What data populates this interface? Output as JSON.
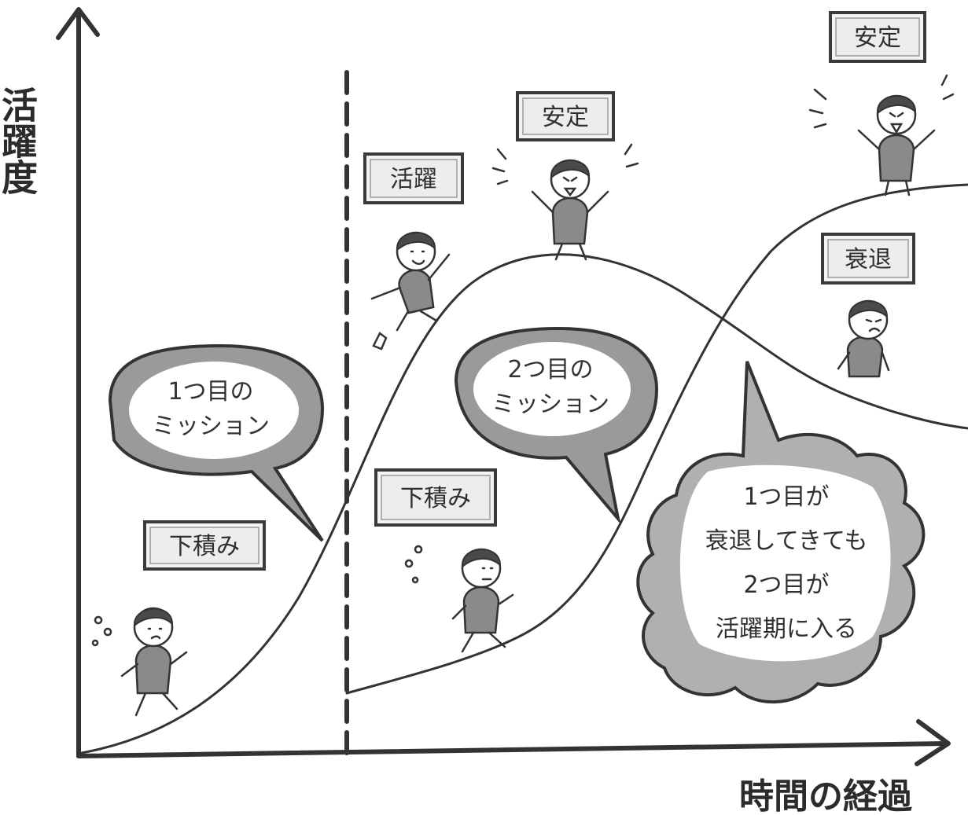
{
  "axes": {
    "y_label": "活躍度",
    "x_label": "時間の経過"
  },
  "signs": {
    "left_shita": "下積み",
    "mid_katsuyaku": "活躍",
    "mid_antei": "安定",
    "mid_shita": "下積み",
    "right_antei": "安定",
    "right_suitai": "衰退"
  },
  "bubbles": {
    "first_mission": [
      "1つ目の",
      "ミッション"
    ],
    "second_mission": [
      "2つ目の",
      "ミッション"
    ]
  },
  "cloud": {
    "lines": [
      "1つ目が",
      "衰退してきても",
      "2つ目が",
      "活躍期に入る"
    ]
  },
  "colors": {
    "ink": "#333333",
    "bubble_fill": "#9a9a9a",
    "bubble_inner": "#ffffff",
    "cloud_fill": "#b0b0b0",
    "sign_fill": "#f3f3f3"
  },
  "icons": {
    "figures": [
      "running-man-icon",
      "jumping-man-icon",
      "cheering-man-icon",
      "walking-man-icon",
      "sad-man-icon"
    ]
  }
}
